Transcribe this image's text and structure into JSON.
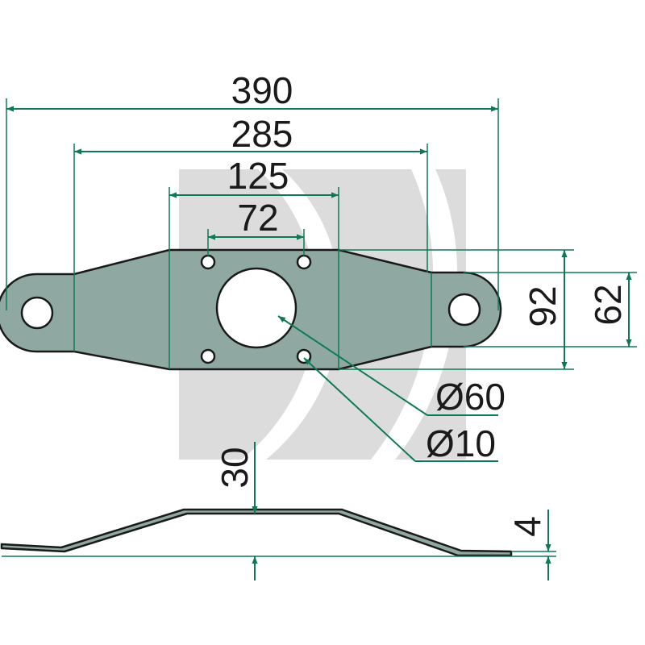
{
  "drawing": {
    "dimensions": {
      "overall_length": "390",
      "middle_length": "285",
      "plate_width": "125",
      "hole_spacing": "72",
      "outer_height": "92",
      "inner_height": "62",
      "center_bore": "Ø60",
      "bolt_hole": "Ø10",
      "offset_height": "30",
      "thickness": "4"
    },
    "colors": {
      "part_fill": "#8fa9a2",
      "dimension_lines": "#0d7a55",
      "outline": "#1a1a1a",
      "watermark": "#d9d9d9"
    }
  }
}
